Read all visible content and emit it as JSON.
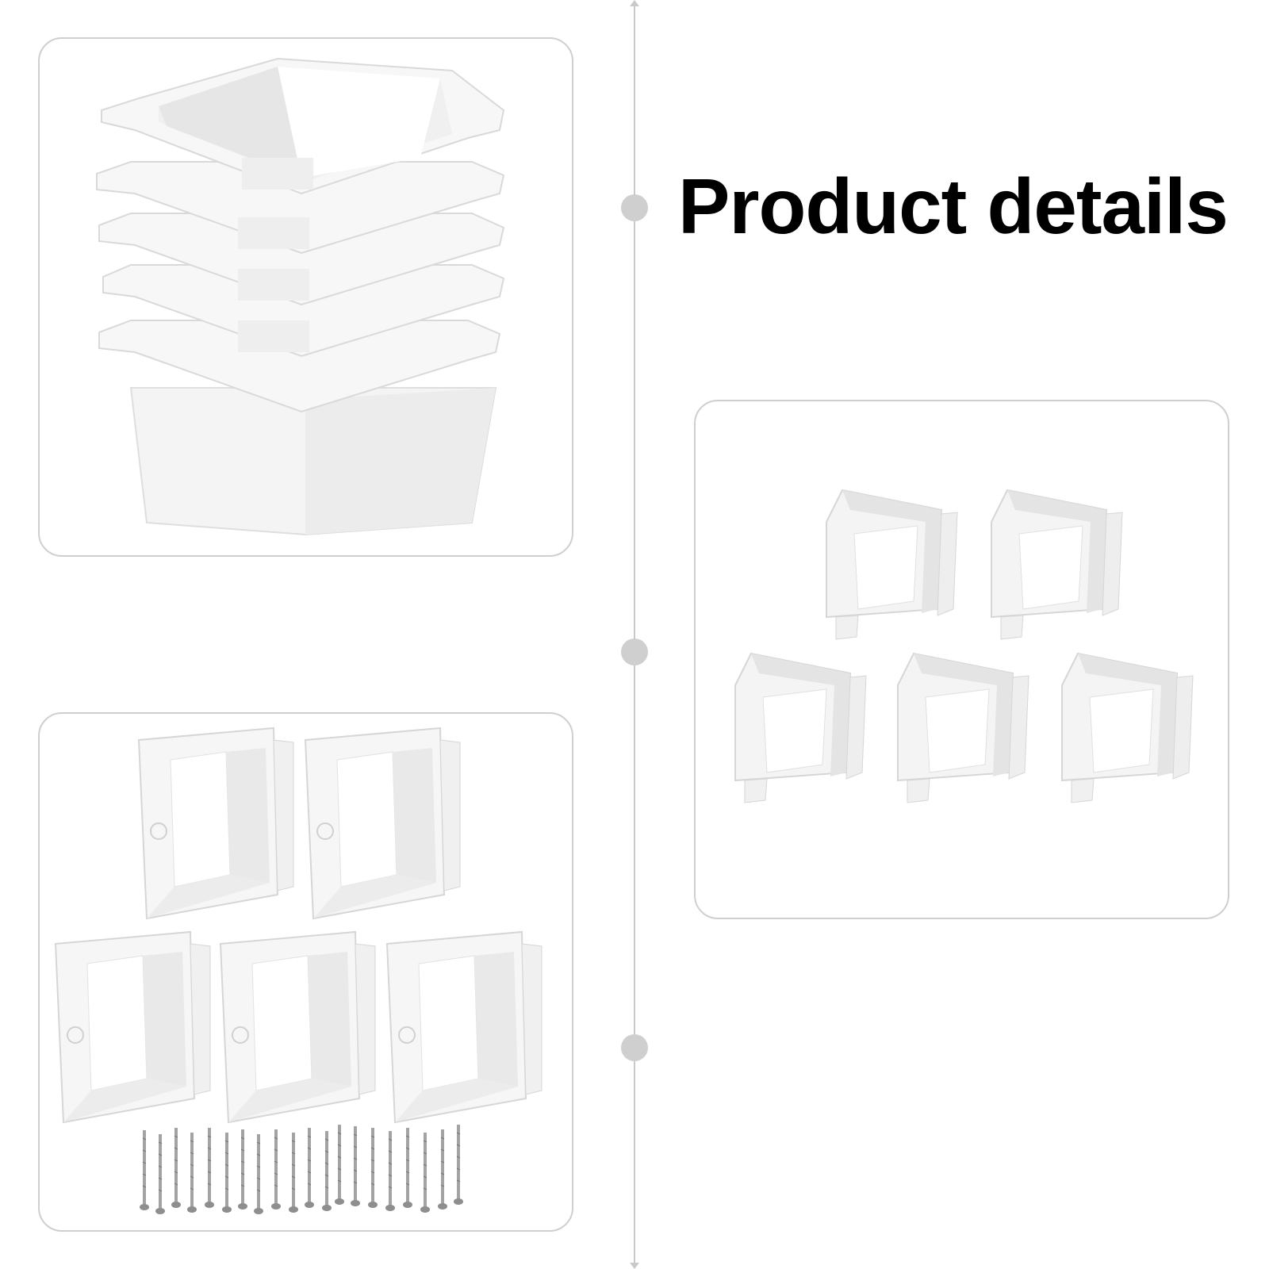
{
  "heading": {
    "title": "Product details"
  },
  "colors": {
    "background": "#ffffff",
    "panel_border": "#cfcfcf",
    "timeline": "#c9c9c9",
    "product_white": "#f2f2f2",
    "product_shadow": "#dcdcdc",
    "screw_metal": "#9a9a9a"
  },
  "images": [
    {
      "name": "stacked-electrical-box-extenders-photo"
    },
    {
      "name": "five-box-extenders-angled-photo"
    },
    {
      "name": "five-box-extenders-with-screws-photo"
    }
  ]
}
